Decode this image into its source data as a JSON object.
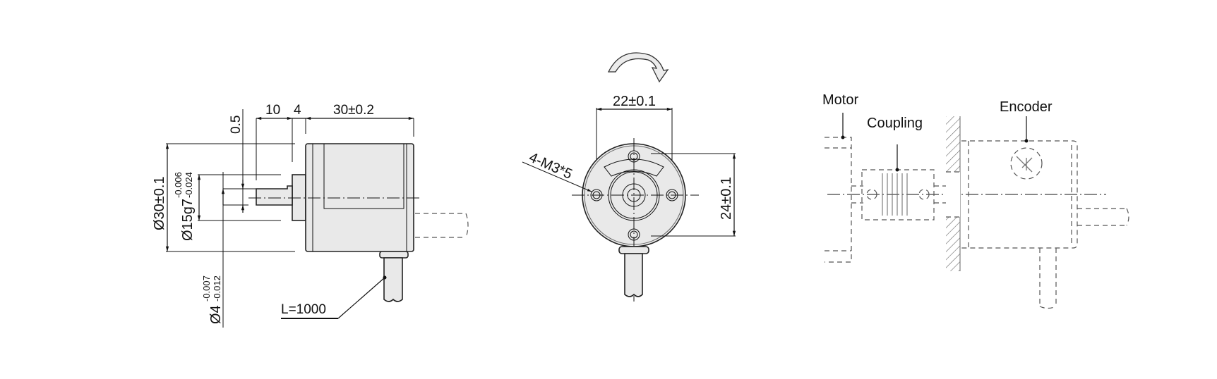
{
  "side_view": {
    "dim_top": [
      "10",
      "4",
      "30±0.2"
    ],
    "dim_step": "0.5",
    "dim_body_dia": "Ø30±0.1",
    "dim_pilot_dia": "Ø15g7",
    "dim_pilot_tol_upper": "-0.006",
    "dim_pilot_tol_lower": "-0.024",
    "dim_shaft_dia": "Ø4",
    "dim_shaft_tol_upper": "-0.007",
    "dim_shaft_tol_lower": "-0.012",
    "cable_length": "L=1000"
  },
  "front_view": {
    "rotation_direction": "clockwise-arrow",
    "dim_hole_spacing_h": "22±0.1",
    "dim_hole_spacing_v": "24±0.1",
    "mount_holes": "4-M3*5"
  },
  "installation": {
    "labels": {
      "motor": "Motor",
      "coupling": "Coupling",
      "encoder": "Encoder"
    }
  },
  "colors": {
    "line": "#111111",
    "body_fill": "#e9e9e9",
    "ghost_line": "#555555"
  }
}
